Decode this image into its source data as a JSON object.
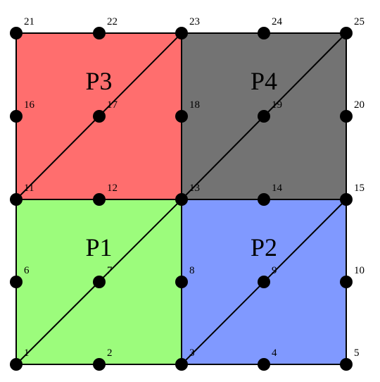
{
  "diagram": {
    "nodes": [
      {
        "id": "1",
        "label": "1"
      },
      {
        "id": "2",
        "label": "2"
      },
      {
        "id": "3",
        "label": "3"
      },
      {
        "id": "4",
        "label": "4"
      },
      {
        "id": "5",
        "label": "5"
      },
      {
        "id": "6",
        "label": "6"
      },
      {
        "id": "7",
        "label": "7"
      },
      {
        "id": "8",
        "label": "8"
      },
      {
        "id": "9",
        "label": "9"
      },
      {
        "id": "10",
        "label": "10"
      },
      {
        "id": "11",
        "label": "11"
      },
      {
        "id": "12",
        "label": "12"
      },
      {
        "id": "13",
        "label": "13"
      },
      {
        "id": "14",
        "label": "14"
      },
      {
        "id": "15",
        "label": "15"
      },
      {
        "id": "16",
        "label": "16"
      },
      {
        "id": "17",
        "label": "17"
      },
      {
        "id": "18",
        "label": "18"
      },
      {
        "id": "19",
        "label": "19"
      },
      {
        "id": "20",
        "label": "20"
      },
      {
        "id": "21",
        "label": "21"
      },
      {
        "id": "22",
        "label": "22"
      },
      {
        "id": "23",
        "label": "23"
      },
      {
        "id": "24",
        "label": "24"
      },
      {
        "id": "25",
        "label": "25"
      }
    ],
    "regions": [
      {
        "id": "P1",
        "label": "P1",
        "color": "#9cfc7c",
        "corners": [
          "1",
          "3",
          "13",
          "11"
        ],
        "diagonal": [
          "1",
          "13"
        ]
      },
      {
        "id": "P2",
        "label": "P2",
        "color": "#8099ff",
        "corners": [
          "3",
          "5",
          "15",
          "13"
        ],
        "diagonal": [
          "3",
          "15"
        ]
      },
      {
        "id": "P3",
        "label": "P3",
        "color": "#ff6e6e",
        "corners": [
          "11",
          "13",
          "23",
          "21"
        ],
        "diagonal": [
          "11",
          "23"
        ]
      },
      {
        "id": "P4",
        "label": "P4",
        "color": "#737373",
        "corners": [
          "13",
          "15",
          "25",
          "23"
        ],
        "diagonal": [
          "13",
          "25"
        ]
      }
    ],
    "edge_color": "#000000",
    "node_color": "#000000"
  }
}
